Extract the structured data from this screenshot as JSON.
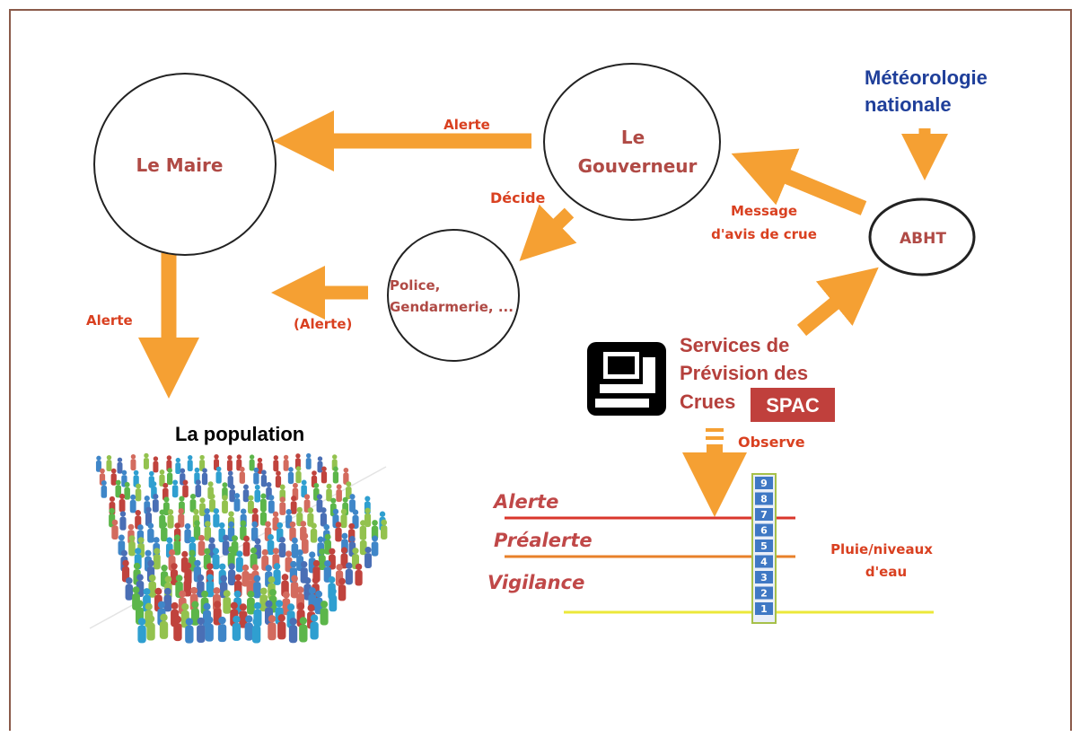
{
  "nodes": {
    "maire": "Le Maire",
    "gouverneur_line1": "Le",
    "gouverneur_line2": "Gouverneur",
    "police_line1": "Police,",
    "police_line2": "Gendarmerie, ...",
    "abht": "ABHT",
    "meteo_line1": "Météorologie",
    "meteo_line2": "nationale",
    "spc_line1": "Services de",
    "spc_line2": "Prévision des",
    "spc_line3": "Crues",
    "spac_badge": "SPAC",
    "population": "La population"
  },
  "edge_labels": {
    "alerte_top": "Alerte",
    "decide": "Décide",
    "message_line1": "Message",
    "message_line2": "d'avis de crue",
    "alerte_left": "Alerte",
    "alerte_paren": "(Alerte)",
    "observe": "Observe"
  },
  "levels": {
    "alerte": "Alerte",
    "prealerte": "Préalerte",
    "vigilance": "Vigilance",
    "gauge_caption_line1": "Pluie/niveaux",
    "gauge_caption_line2": "d'eau"
  },
  "gauge_marks": [
    "9",
    "8",
    "7",
    "6",
    "5",
    "4",
    "3",
    "2",
    "1"
  ],
  "colors": {
    "arrow": "#f5a033",
    "alerte_line": "#d9362b",
    "prealerte_line": "#e8802a",
    "vigilance_line": "#ece83a",
    "spac_bg": "#c0403c"
  }
}
